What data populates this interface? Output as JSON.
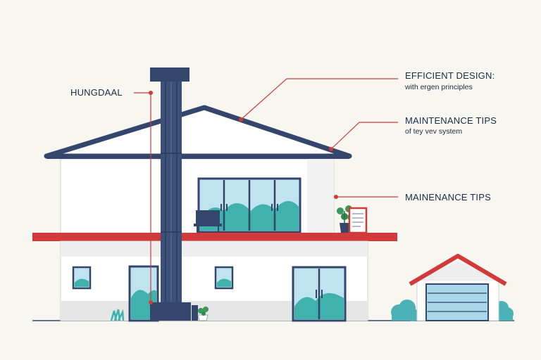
{
  "labels": {
    "left_title": "HUNGDAAL",
    "efficient_title": "EFFICIENT DESIGN:",
    "efficient_sub": "with ergen principles",
    "maintenance1_title": "MAINTENANCE TIPS",
    "maintenance1_sub": "of tey vev system",
    "maintenance2_title": "MAINENANCE TIPS"
  },
  "colors": {
    "background": "#f7f6f1",
    "navy": "#34466b",
    "red": "#d23a3a",
    "wall": "#ffffff",
    "wall_shade": "#e3e3e3",
    "glass": "#bfe3ef",
    "glass_hill": "#3fb2ad",
    "garage_door": "#a9d8ea",
    "bush": "#4bb3b8"
  }
}
